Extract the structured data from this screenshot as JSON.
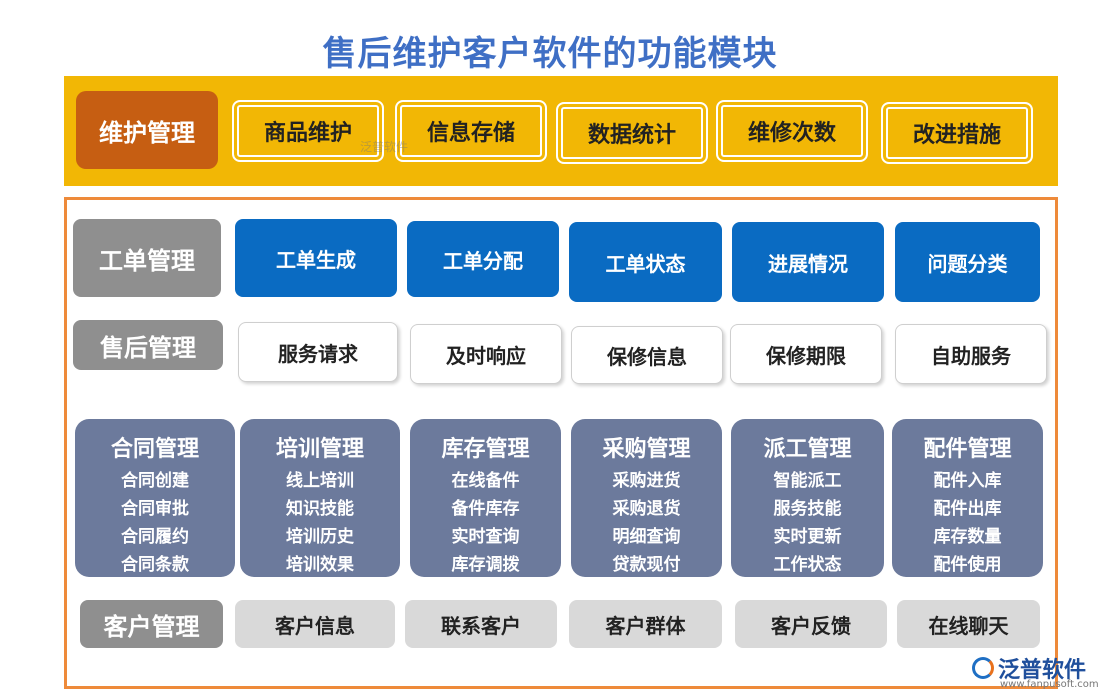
{
  "title": "售后维护客户软件的功能模块",
  "maintenance": {
    "label": "维护管理",
    "items": [
      "商品维护",
      "信息存储",
      "数据统计",
      "维修次数",
      "改进措施"
    ]
  },
  "work_order": {
    "label": "工单管理",
    "items": [
      "工单生成",
      "工单分配",
      "工单状态",
      "进展情况",
      "问题分类"
    ]
  },
  "after_sales": {
    "label": "售后管理",
    "items": [
      "服务请求",
      "及时响应",
      "保修信息",
      "保修期限",
      "自助服务"
    ]
  },
  "modules": [
    {
      "title": "合同管理",
      "items": [
        "合同创建",
        "合同审批",
        "合同履约",
        "合同条款"
      ]
    },
    {
      "title": "培训管理",
      "items": [
        "线上培训",
        "知识技能",
        "培训历史",
        "培训效果"
      ]
    },
    {
      "title": "库存管理",
      "items": [
        "在线备件",
        "备件库存",
        "实时查询",
        "库存调拨"
      ]
    },
    {
      "title": "采购管理",
      "items": [
        "采购进货",
        "采购退货",
        "明细查询",
        "贷款现付"
      ]
    },
    {
      "title": "派工管理",
      "items": [
        "智能派工",
        "服务技能",
        "实时更新",
        "工作状态"
      ]
    },
    {
      "title": "配件管理",
      "items": [
        "配件入库",
        "配件出库",
        "库存数量",
        "配件使用"
      ]
    }
  ],
  "customer": {
    "label": "客户管理",
    "items": [
      "客户信息",
      "联系客户",
      "客户群体",
      "客户反馈",
      "在线聊天"
    ]
  },
  "watermark": "泛普软件",
  "logo": {
    "name": "泛普软件",
    "url": "www.fanpusoft.com"
  },
  "colors": {
    "title": "#3f6fc5",
    "gold": "#f2b705",
    "maint_label": "#c65e12",
    "frame": "#ee8a3a",
    "blue": "#0a6bc2",
    "grey": "#8f8f8f",
    "card": "#6c7a9c",
    "light_grey": "#d9d9d9"
  }
}
